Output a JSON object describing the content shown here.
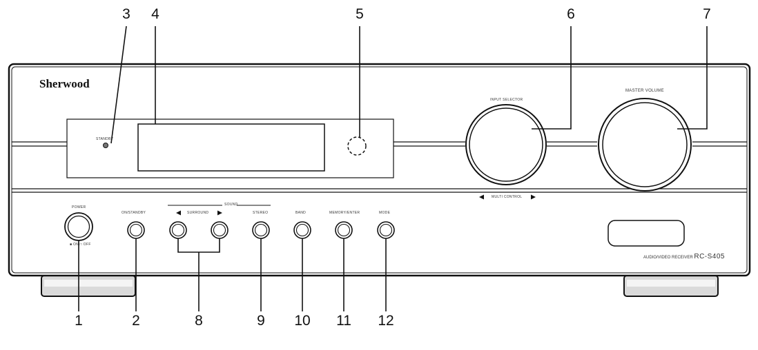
{
  "brand": "Sherwood",
  "model": {
    "prefix": "AUDIO/VIDEO RECEIVER",
    "name": "RC-S405"
  },
  "panel_labels": {
    "standby": "STANDBY",
    "input_selector": "INPUT SELECTOR",
    "master_volume": "MASTER VOLUME",
    "multi_control": "MULTI CONTROL",
    "power": "POWER",
    "power_sub": "■ ON  □ OFF",
    "on_standby": "ON/STANDBY",
    "sound": "SOUND",
    "surround": "SURROUND",
    "stereo": "STEREO",
    "band": "BAND",
    "memory_enter": "MEMORY/ENTER",
    "mode": "MODE"
  },
  "callouts": {
    "c1": "1",
    "c2": "2",
    "c3": "3",
    "c4": "4",
    "c5": "5",
    "c6": "6",
    "c7": "7",
    "c8": "8",
    "c9": "9",
    "c10": "10",
    "c11": "11",
    "c12": "12"
  },
  "colors": {
    "line": "#111111",
    "foot": "#d9d9d9"
  }
}
